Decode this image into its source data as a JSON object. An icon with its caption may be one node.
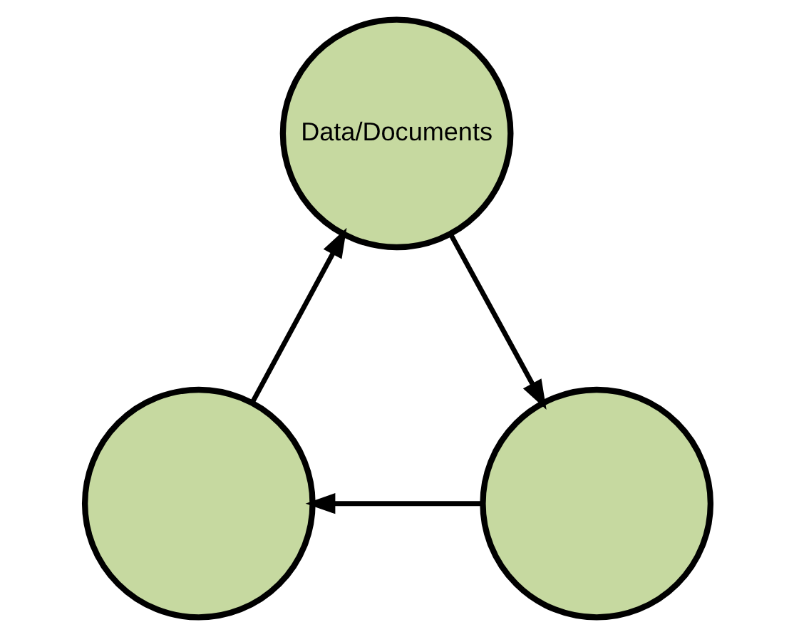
{
  "diagram": {
    "nodes": [
      {
        "text": [
          "Data/Documents"
        ]
      },
      {
        "text": [],
        "shape": "circle"
      },
      {
        "text": [],
        "shape": "circle"
      }
    ],
    "edges": [
      {
        "from": 1,
        "to": 0,
        "arrow": "to"
      },
      {
        "from": 0,
        "to": 2,
        "arrow": "to"
      },
      {
        "from": 2,
        "to": 1,
        "arrow": "to"
      }
    ]
  }
}
